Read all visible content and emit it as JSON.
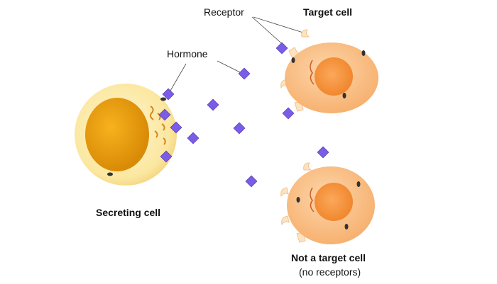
{
  "labels": {
    "receptor": "Receptor",
    "target_cell": "Target cell",
    "hormone": "Hormone",
    "secreting_cell": "Secreting cell",
    "not_target_cell": "Not a target cell",
    "no_receptors": "(no receptors)"
  },
  "colors": {
    "hormone": "#7b5ce6",
    "secreting_cytoplasm": "#fbe9a8",
    "secreting_nucleus": "#f0a00e",
    "target_cytoplasm": "#fbc48e",
    "target_nucleus": "#f89a3c",
    "receptor": "#fde3c4"
  }
}
